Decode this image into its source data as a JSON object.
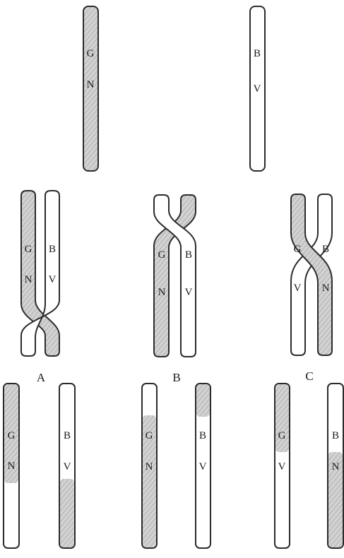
{
  "parents": {
    "left": {
      "genes": [
        "G",
        "N"
      ]
    },
    "right": {
      "genes": [
        "B",
        "V"
      ]
    }
  },
  "pairs": [
    {
      "caption": "A",
      "left_genes": [
        "G",
        "N"
      ],
      "right_genes": [
        "B",
        "V"
      ]
    },
    {
      "caption": "B",
      "left_genes": [
        "G",
        "N"
      ],
      "right_genes": [
        "B",
        "V"
      ]
    },
    {
      "caption": "C",
      "left_genes": [
        "G",
        "V"
      ],
      "right_genes": [
        "B",
        "N"
      ]
    }
  ],
  "results": [
    {
      "left_genes": [
        "G",
        "N"
      ],
      "right_genes": [
        "B",
        "V"
      ]
    },
    {
      "left_genes": [
        "G",
        "N"
      ],
      "right_genes": [
        "B",
        "V"
      ]
    },
    {
      "left_genes": [
        "G",
        "V"
      ],
      "right_genes": [
        "B",
        "N"
      ]
    }
  ],
  "colors": {
    "shaded": "#d2d2d2",
    "hatch": "#9a9a9a",
    "outline": "#2b2b2b"
  }
}
